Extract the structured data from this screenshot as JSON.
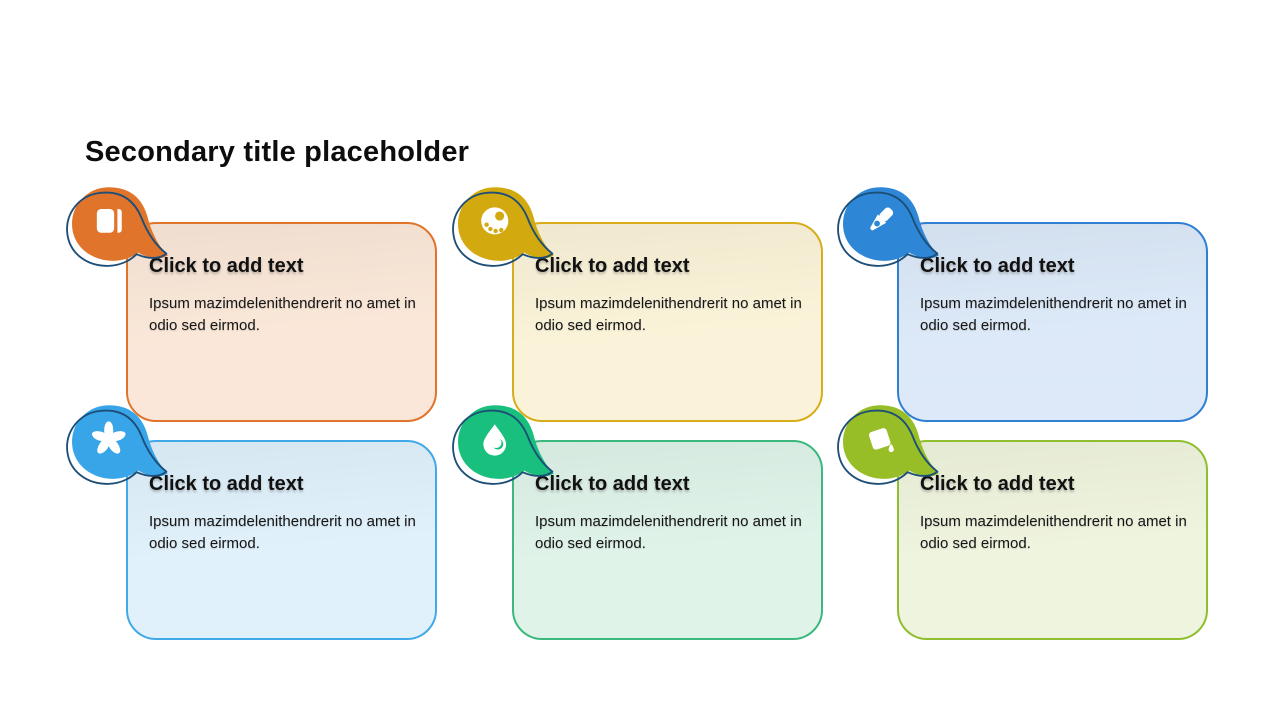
{
  "slide": {
    "title": "Secondary title placeholder",
    "background_color": "#ffffff",
    "outline_sketch_color": "#1d4e77"
  },
  "cards": [
    {
      "icon": "book-icon",
      "heading": "Click to add text",
      "body": "Ipsum mazimdelenithendrerit no amet in odio sed eirmod.",
      "accent_color": "#e0742b",
      "badge_color": "#e0742b",
      "fill_color": "#fae7d8"
    },
    {
      "icon": "palette-icon",
      "heading": "Click to add text",
      "body": "Ipsum mazimdelenithendrerit no amet in odio sed eirmod.",
      "accent_color": "#d9ac1a",
      "badge_color": "#d2a90e",
      "fill_color": "#faf3d8"
    },
    {
      "icon": "pen-icon",
      "heading": "Click to add text",
      "body": "Ipsum mazimdelenithendrerit no amet in odio sed eirmod.",
      "accent_color": "#2f7fd3",
      "badge_color": "#2e86d6",
      "fill_color": "#dce9f8"
    },
    {
      "icon": "asterisk-icon",
      "heading": "Click to add text",
      "body": "Ipsum mazimdelenithendrerit no amet in odio sed eirmod.",
      "accent_color": "#41a9e9",
      "badge_color": "#38a5e9",
      "fill_color": "#e0f1fc"
    },
    {
      "icon": "droplet-icon",
      "heading": "Click to add text",
      "body": "Ipsum mazimdelenithendrerit no amet in odio sed eirmod.",
      "accent_color": "#3cb87e",
      "badge_color": "#19bf7c",
      "fill_color": "#dff3e9"
    },
    {
      "icon": "paint-bucket-icon",
      "heading": "Click to add text",
      "body": "Ipsum mazimdelenithendrerit no amet in odio sed eirmod.",
      "accent_color": "#8fbe2f",
      "badge_color": "#97be27",
      "fill_color": "#eff4de"
    }
  ]
}
